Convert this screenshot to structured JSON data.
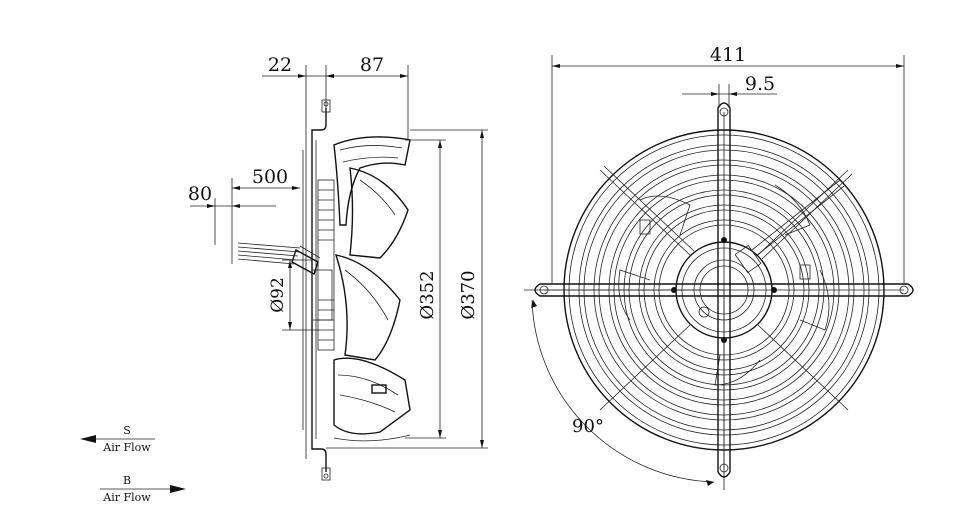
{
  "side_view": {
    "dim_22": "22",
    "dim_87": "87",
    "dim_500": "500",
    "dim_80": "80",
    "dim_d92": "Ø92",
    "dim_d352": "Ø352",
    "dim_d370": "Ø370"
  },
  "front_view": {
    "dim_411": "411",
    "dim_9_5": "9.5",
    "angle_90": "90°"
  },
  "legend": {
    "suction_letter": "S",
    "suction_label": "Air Flow",
    "blowing_letter": "B",
    "blowing_label": "Air Flow"
  }
}
